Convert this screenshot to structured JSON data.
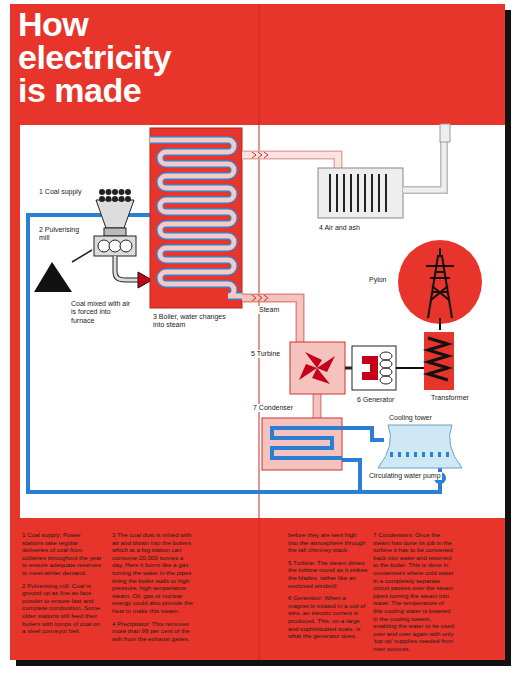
{
  "diagram": {
    "title": "How electricity is made",
    "labels": [
      "1 Coal supply",
      "2 Pulverising mill",
      "Coal mixed with air is forced into furnace",
      "3 Boiler, water changes into steam",
      "Steam",
      "4 Air and ash",
      "5 Turbine",
      "6 Generator",
      "Pylon",
      "Transformer",
      "7 Condenser",
      "Cooling tower",
      "Circulating water pump",
      "1 Coal supply: Power stations take regular deliveries of coal from collieries throughout the year to ensure adequate reserves to meet winter demand.",
      "2 Pulverising mill: Coal is ground up as fine as face powder to ensure fast and complete combustion. Some older stations still feed their boilers with lumps of coal on a steel conveyor belt.",
      "3 The coal dust is mixed with air and blown into the boilers which at a big station can consume 20,000 tonnes a day. Here it burns like a gas turning the water in the pipes lining the boiler walls to high pressure, high temperature steam. Oil, gas or nuclear energy could also provide the heat to make this steam.",
      "4 Precipitator: This removes more than 99 per cent of the ash from the exhaust gases",
      "before they are sent high into the atmosphere through the tall chimney stack.",
      "5 Turbine: The steam drives the turbine round as it strikes the blades, rather like an enclosed windmill.",
      "6 Generator: When a magnet is rotated in a coil of wire, an electric current is produced. This, on a large and sophisticated scale, is what the generator does.",
      "7 Condensers: Once the steam has done its job in the turbine it has to be converted back into water and returned to the boiler. This is done in condensers where cold water in a completely separate circuit passes over the steam pipes turning the steam into water. The temperature of this cooling water is lowered in the cooling towers, enabling the water to be used over and over again with only 'top up' supplies needed from river sources."
    ]
  }
}
